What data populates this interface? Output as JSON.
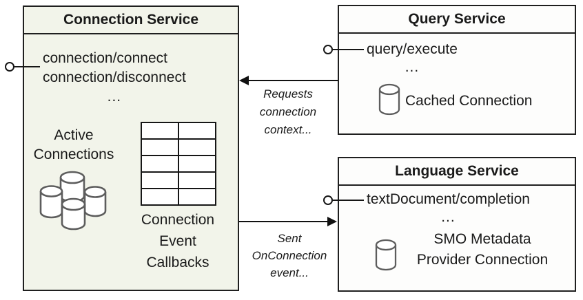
{
  "connection_service": {
    "title": "Connection Service",
    "methods": [
      "connection/connect",
      "connection/disconnect"
    ],
    "ellipsis": "...",
    "active_connections_label": "Active Connections",
    "callbacks_label": "Connection Event Callbacks"
  },
  "query_service": {
    "title": "Query Service",
    "methods": [
      "query/execute"
    ],
    "ellipsis": "...",
    "cache_label": "Cached Connection"
  },
  "language_service": {
    "title": "Language Service",
    "methods": [
      "textDocument/completion"
    ],
    "ellipsis": "...",
    "cache_label": "SMO Metadata Provider Connection"
  },
  "arrows": {
    "requests_label": "Requests connection context...",
    "sent_label": "Sent OnConnection event..."
  },
  "icons": {
    "active_connections": "database-cluster-icon",
    "cached_connection": "database-icon",
    "smo_connection": "database-icon"
  },
  "colors": {
    "connection_fill": "#f2f4ea",
    "service_fill": "#fdfdfc",
    "border": "#1f1f1f",
    "text": "#1a1a1a",
    "cylinder_stroke": "#5d5d5d"
  }
}
